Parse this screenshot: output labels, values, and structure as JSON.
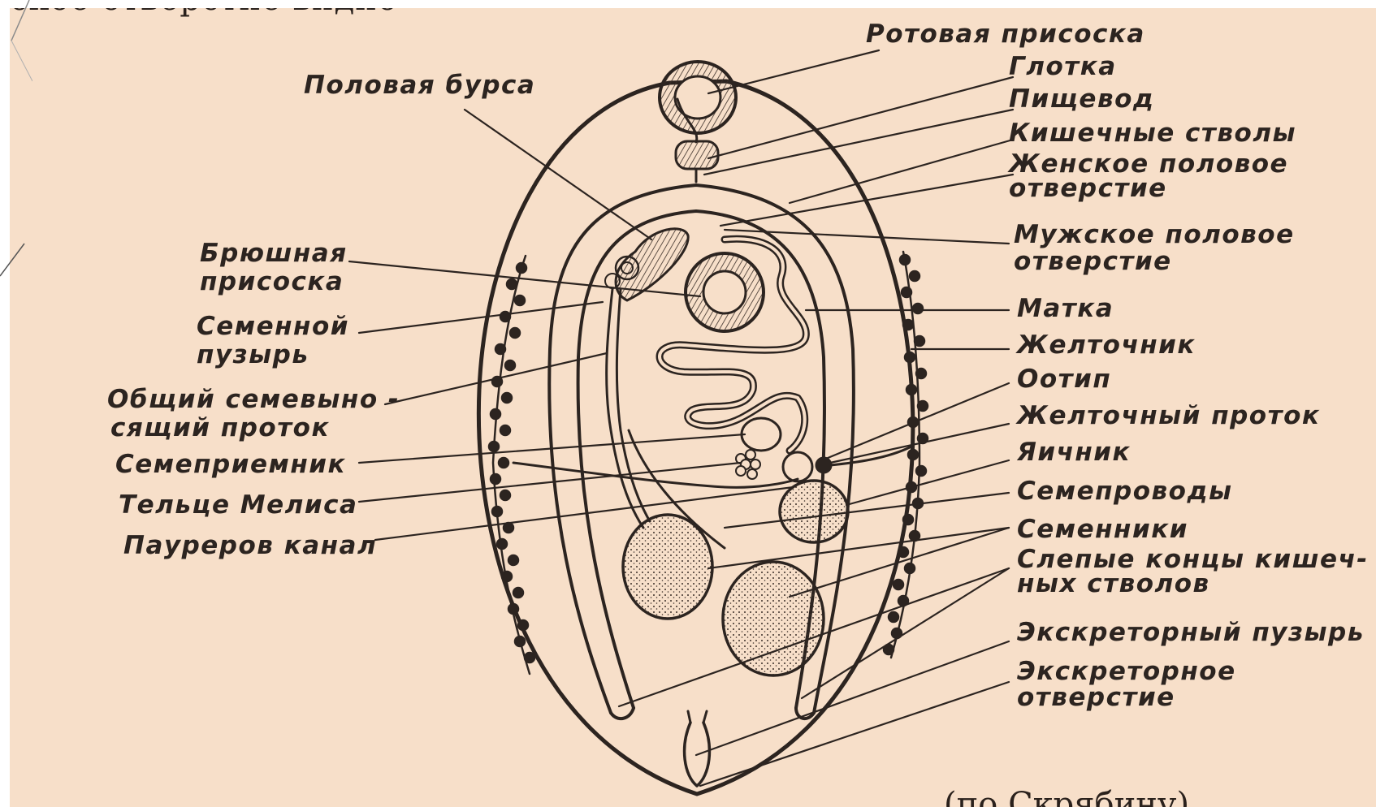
{
  "header_fragment": "ское отверстие видно",
  "footer_fragment": "(по Скрябину)",
  "labels": {
    "oral_sucker": "Ротовая присоска",
    "pharynx": "Глотка",
    "esophagus": "Пищевод",
    "intestinal_trunks": "Кишечные стволы",
    "female_opening_1": "Женское половое",
    "female_opening_2": "отверстие",
    "genital_bursa": "Половая бурса",
    "male_opening_1": "Мужское половое",
    "male_opening_2": "отверстие",
    "ventral_sucker_1": "Брюшная",
    "ventral_sucker_2": "присоска",
    "uterus": "Матка",
    "seminal_vesicle_1": "Семенной",
    "seminal_vesicle_2": "пузырь",
    "vitellarium": "Желточник",
    "common_duct_1": "Общий семевыно -",
    "common_duct_2": "сящий проток",
    "ootype": "Оотип",
    "vitelline_duct": "Желточный проток",
    "seminal_receptacle": "Семеприемник",
    "ovary": "Яичник",
    "mehlis_gland": "Тельце Мелиса",
    "vas_deferens": "Семепроводы",
    "laurer_canal": "Пауреров канал",
    "testes": "Семенники",
    "blind_ends_1": "Слепые концы кишеч-",
    "blind_ends_2": "ных стволов",
    "excretory_bladder": "Экскреторный пузырь",
    "excretory_pore_1": "Экскреторное",
    "excretory_pore_2": "отверстие"
  }
}
